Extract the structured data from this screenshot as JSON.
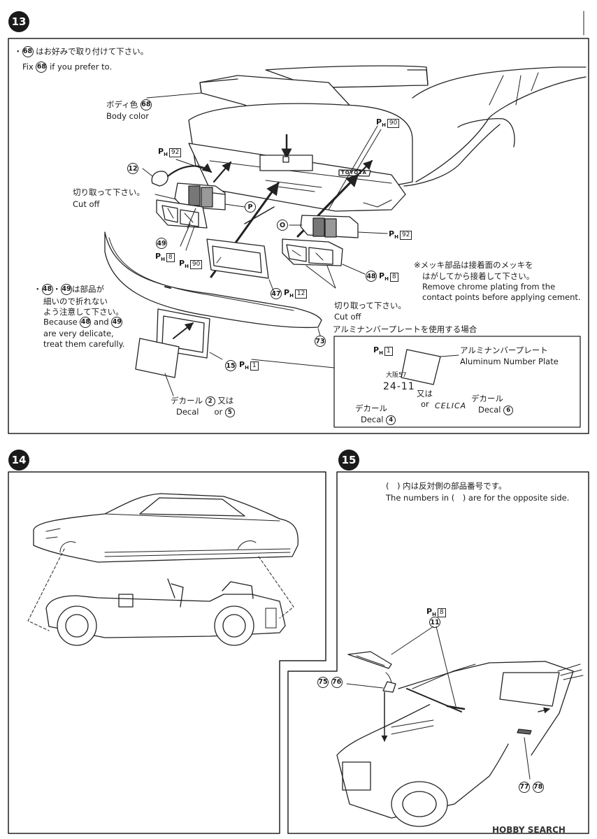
{
  "step13": {
    "number": "13",
    "note_jp_prefix": "・",
    "note_jp_part": "68",
    "note_jp": "はお好みで取り付けて下さい。",
    "note_en_prefix": "Fix",
    "note_en_part": "68",
    "note_en": "if you prefer to.",
    "body_color_jp": "ボディ色",
    "body_color_part": "68",
    "body_color_en": "Body color",
    "ph92_top": "92",
    "ph90_top": "90",
    "part12": "12",
    "cut_off_jp": "切り取って下さい。",
    "cut_off_en": "Cut off",
    "p_label": "P",
    "o_label": "O",
    "ph92_right": "92",
    "part49": "49",
    "ph8_left": "8",
    "ph90_mid": "90",
    "chrome_note_jp1": "※メッキ部品は接着面のメッキを",
    "chrome_note_jp2": "はがしてから接着して下さい。",
    "chrome_note_en1": "Remove chrome plating from the",
    "chrome_note_en2": "contact points before applying cement.",
    "part48": "48",
    "ph8_right": "8",
    "part47": "47",
    "ph12": "12",
    "care_p1": "48",
    "care_p2": "49",
    "care_jp1": "は部品が",
    "care_jp2": "細いので折れない",
    "care_jp3": "よう注意して下さい。",
    "care_en1": "Because",
    "care_en_and": "and",
    "care_en2": "are very delicate,",
    "care_en3": "treat them carefully.",
    "cut_off2_jp": "切り取って下さい。",
    "cut_off2_en": "Cut off",
    "part73": "73",
    "part15": "15",
    "ph1": "1",
    "decal_jp": "デカール",
    "decal_a": "2",
    "or_jp": "又は",
    "decal_en": "Decal",
    "or_en": "or",
    "decal_b": "5",
    "alu_title": "アルミナンバープレートを使用する場合",
    "alu_ph1": "1",
    "alu_jp": "アルミナンバープレート",
    "alu_en": "Aluminum Number Plate",
    "plate_text_small": "大阪57",
    "plate_text": "24-11",
    "alu_or_jp": "又は",
    "alu_or_en": "or",
    "alu_decal_jp": "デカール",
    "alu_decal_en": "Decal",
    "alu_decal_a": "4",
    "celica": "CELICA",
    "alu_decal_jp2": "デカール",
    "alu_decal_en2": "Decal",
    "alu_decal_b": "6",
    "toyota": "TOYOTA"
  },
  "step14": {
    "number": "14"
  },
  "step15": {
    "number": "15",
    "note_jp": "(　) 内は反対側の部品番号です。",
    "note_en": "The numbers in (　) are for the opposite side.",
    "ph8": "8",
    "part11": "11",
    "part75": "75",
    "part76": "76",
    "part77": "77",
    "part78": "78"
  },
  "watermark": "HOBBY SEARCH"
}
